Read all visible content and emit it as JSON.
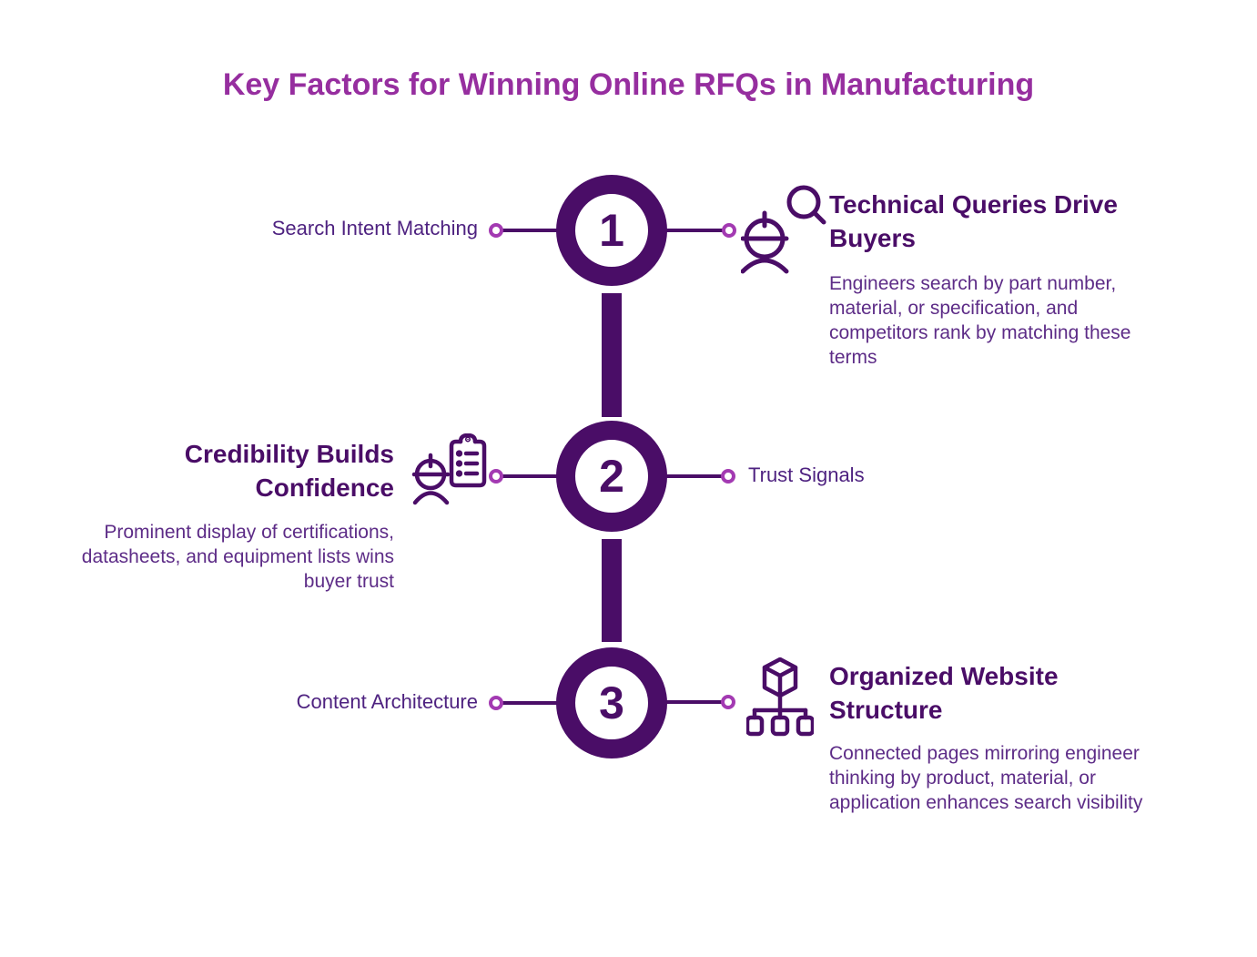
{
  "title": "Key Factors for Winning Online RFQs in Manufacturing",
  "colors": {
    "background": "#FFFFFF",
    "title_text": "#962E9F",
    "dark_purple": "#4A0D67",
    "label_text": "#4E2280",
    "body_text": "#5D2C87",
    "endpoint_ring": "#A33AB2"
  },
  "steps": [
    {
      "number": "1",
      "label": "Search Intent Matching",
      "label_side": "left",
      "icon": "engineer-search-icon",
      "heading": "Technical Queries Drive Buyers",
      "description": "Engineers search by part number, material, or specification, and competitors rank by matching these terms",
      "content_side": "right"
    },
    {
      "number": "2",
      "label": "Trust Signals",
      "label_side": "right",
      "icon": "engineer-checklist-icon",
      "heading": "Credibility Builds Confidence",
      "description": "Prominent display of certifications, datasheets, and equipment lists wins buyer trust",
      "content_side": "left"
    },
    {
      "number": "3",
      "label": "Content Architecture",
      "label_side": "left",
      "icon": "cube-sitemap-icon",
      "heading": "Organized Website Structure",
      "description": "Connected pages mirroring engineer thinking by product, material, or application enhances search visibility",
      "content_side": "right"
    }
  ]
}
